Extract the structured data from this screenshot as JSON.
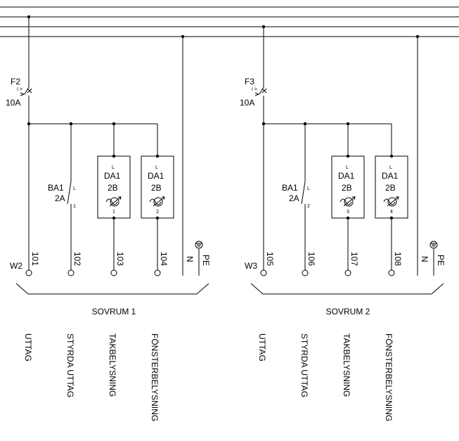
{
  "groups": [
    {
      "fuse": {
        "name": "F2",
        "rating": "10A",
        "mark": "I >"
      },
      "relay": {
        "name": "BA1",
        "rating": "2A",
        "pin_top": "L",
        "pin_num": "1"
      },
      "dimmers": [
        {
          "name": "DA1",
          "spec": "2B",
          "pin": "L",
          "num": "1"
        },
        {
          "name": "DA1",
          "spec": "2B",
          "pin": "L",
          "num": "2"
        }
      ],
      "cable": "W2",
      "terminals": [
        "101",
        "102",
        "103",
        "104"
      ],
      "neutral": "N",
      "earth": "PE",
      "room": "SOVRUM 1",
      "circuits": [
        "UTTAG",
        "STYRDA UTTAG",
        "TAKBELYSNING",
        "FÖNSTERBELYSNING"
      ]
    },
    {
      "fuse": {
        "name": "F3",
        "rating": "10A",
        "mark": "I >"
      },
      "relay": {
        "name": "BA1",
        "rating": "2A",
        "pin_top": "L",
        "pin_num": "2"
      },
      "dimmers": [
        {
          "name": "DA1",
          "spec": "2B",
          "pin": "L",
          "num": "3"
        },
        {
          "name": "DA1",
          "spec": "2B",
          "pin": "L",
          "num": "4"
        }
      ],
      "cable": "W3",
      "terminals": [
        "105",
        "106",
        "107",
        "108"
      ],
      "neutral": "N",
      "earth": "PE",
      "room": "SOVRUM 2",
      "circuits": [
        "UTTAG",
        "STYRDA UTTAG",
        "TAKBELYSNING",
        "FÖNSTERBELYSNING"
      ]
    }
  ]
}
